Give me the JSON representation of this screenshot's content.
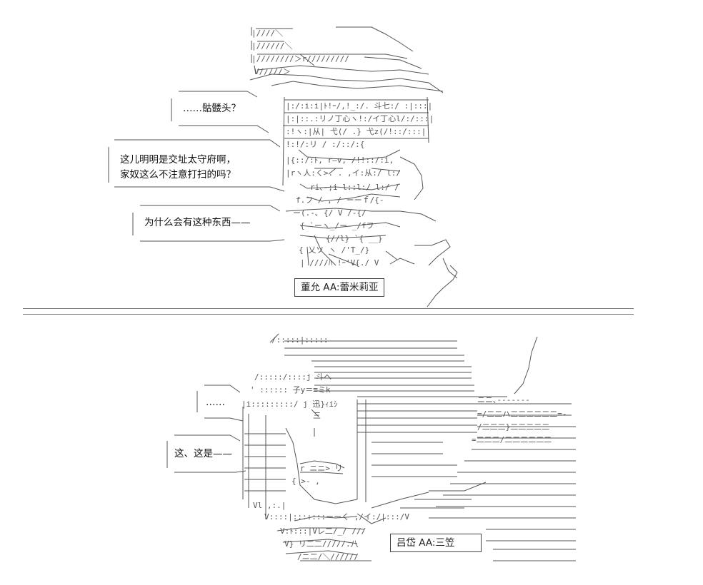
{
  "panel1": {
    "bubbles": [
      {
        "lines": [
          "……骷髅头？"
        ]
      },
      {
        "lines": [
          "这儿明明是交址太守府啊，",
          "家奴这么不注意打扫的吗？"
        ]
      },
      {
        "lines": [
          "为什么会有这种东西——"
        ]
      }
    ],
    "caption": "董允 AA:蕾米莉亚"
  },
  "panel2": {
    "bubbles": [
      {
        "lines": [
          "……"
        ]
      },
      {
        "lines": [
          "这、这是——"
        ]
      }
    ],
    "caption": "吕岱 AA:三笠"
  }
}
